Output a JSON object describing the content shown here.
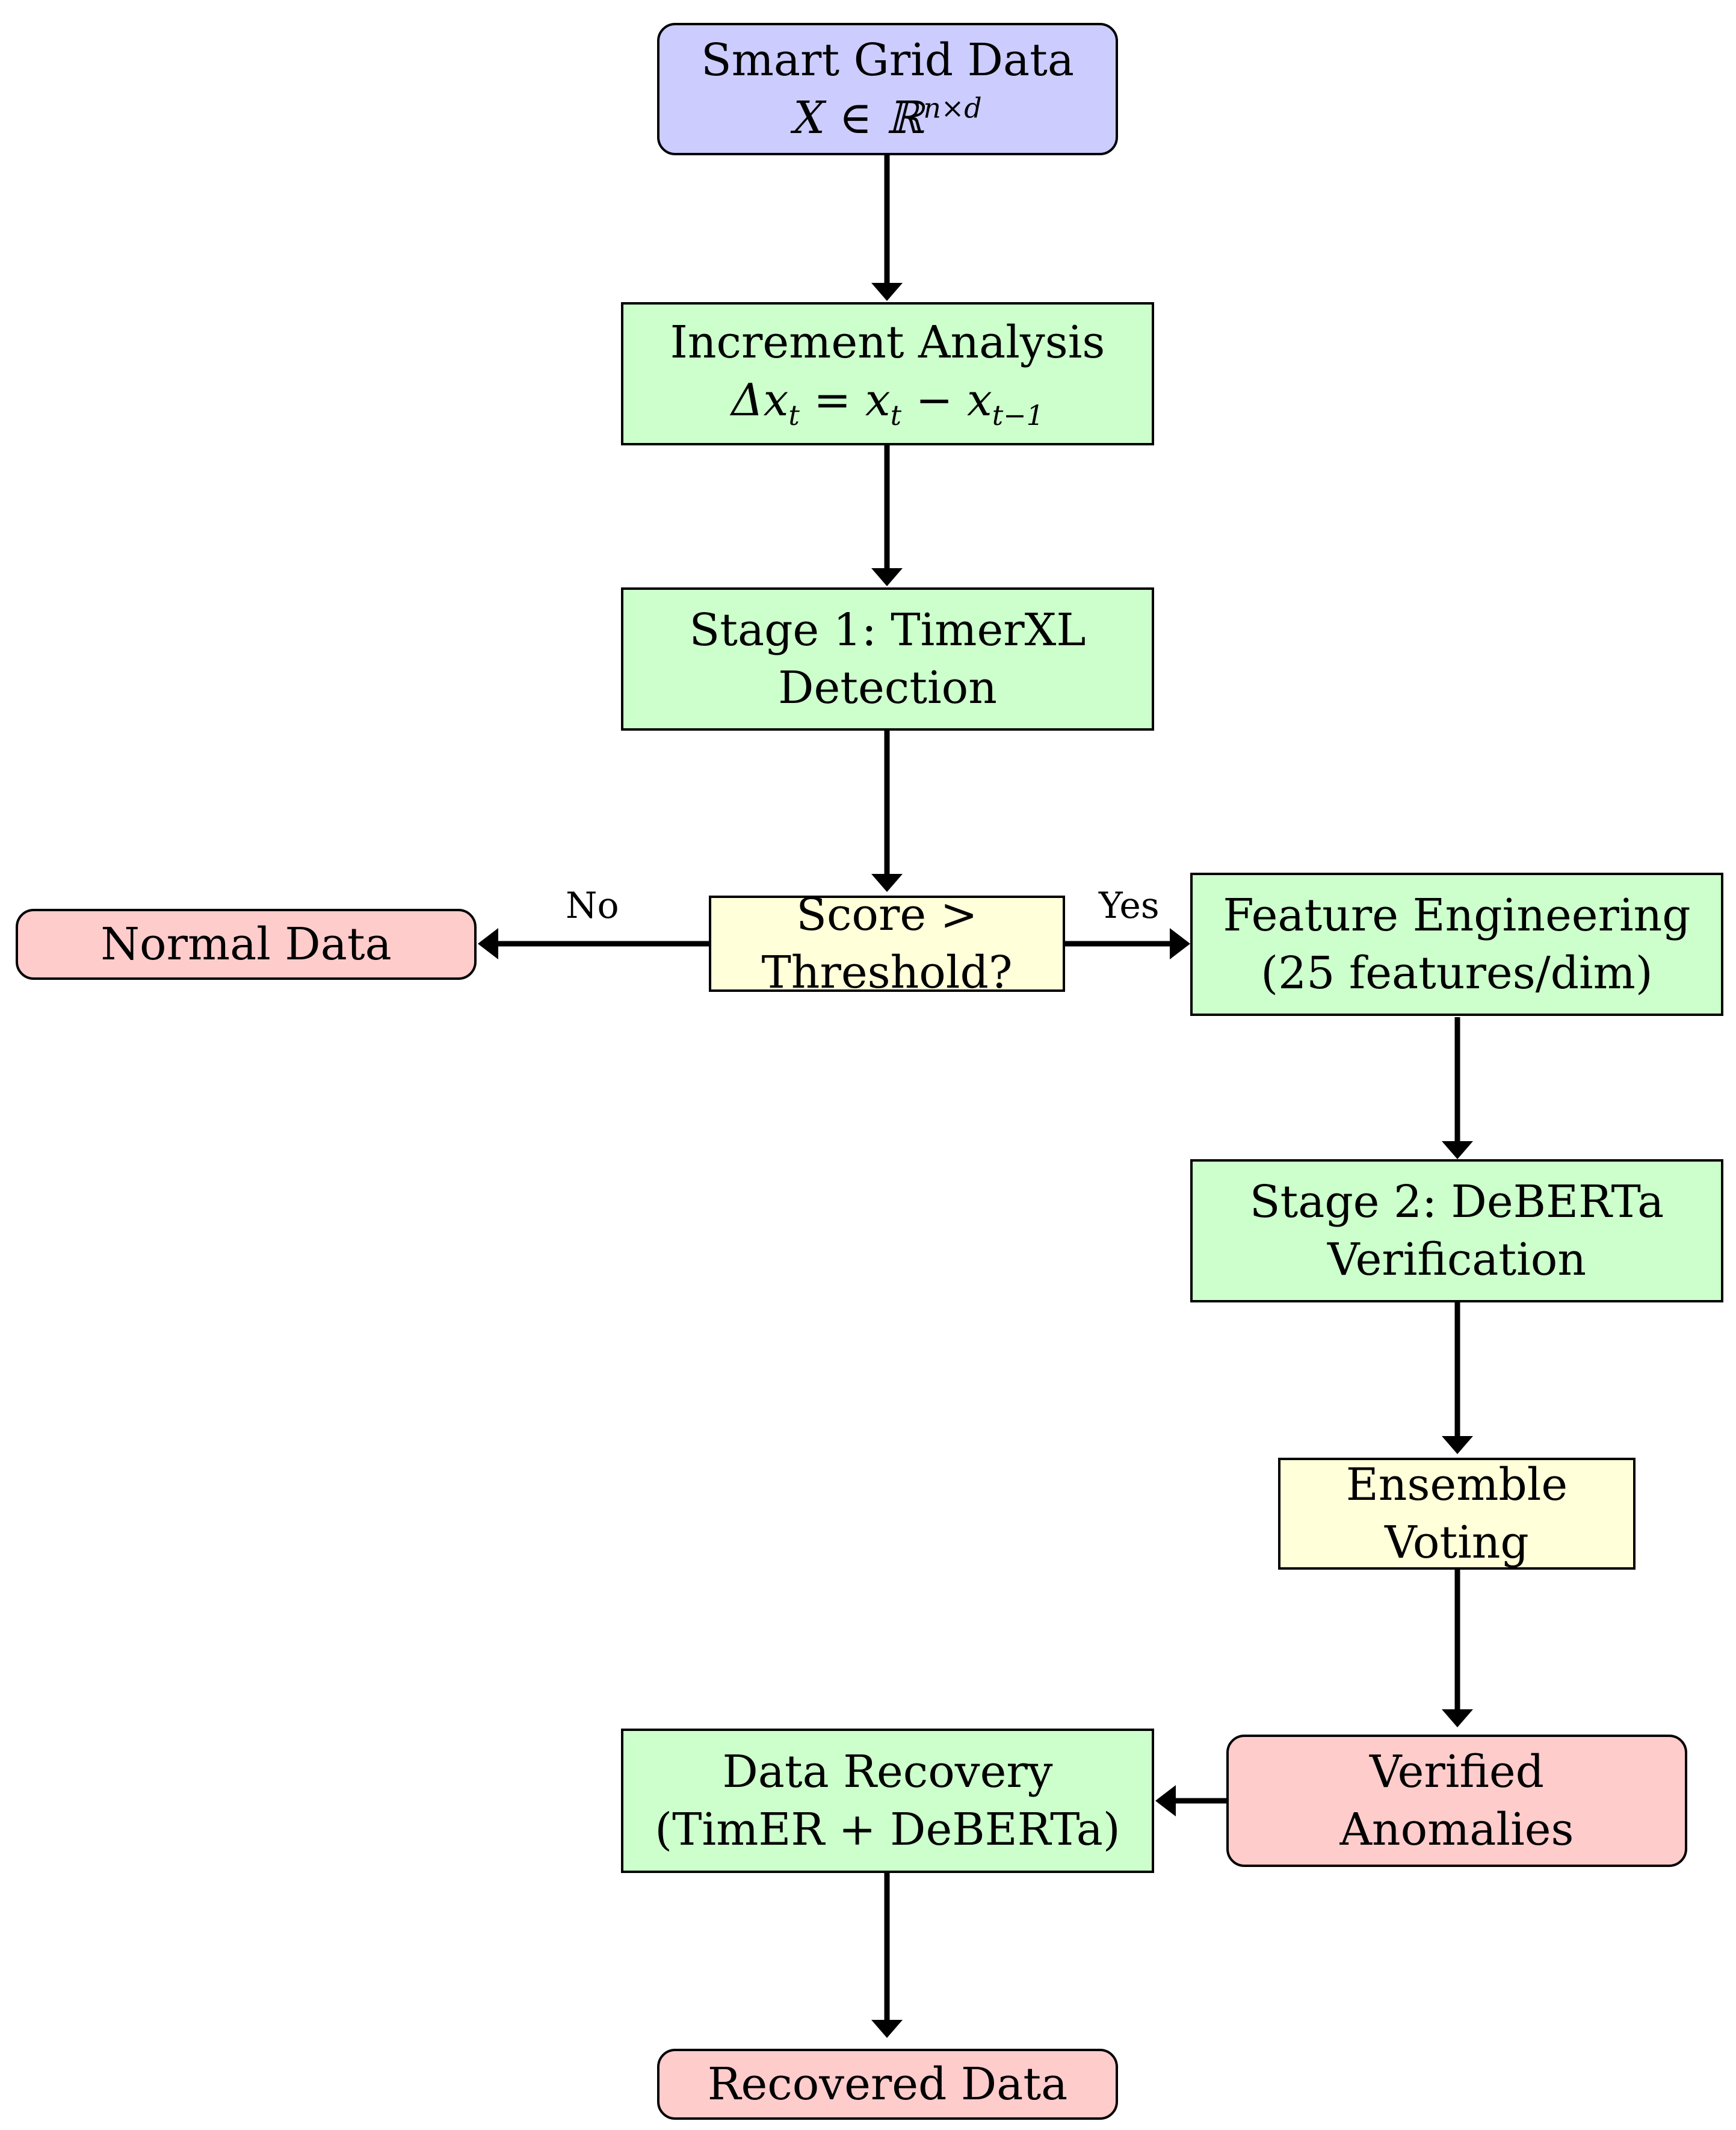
{
  "nodes": {
    "smart_grid": {
      "title": "Smart Grid Data",
      "formula": "X ∈ ℝ",
      "formula_sup": "n×d"
    },
    "increment": {
      "title": "Increment Analysis",
      "formula_a": "Δx",
      "formula_a_sub": "t",
      "formula_eq": " = x",
      "formula_b_sub": "t",
      "formula_minus": " − x",
      "formula_c_sub": "t−1"
    },
    "stage1": {
      "line1": "Stage 1: TimerXL",
      "line2": "Detection"
    },
    "decision": {
      "line1": "Score >",
      "line2": "Threshold?"
    },
    "normal": {
      "label": "Normal Data"
    },
    "feature": {
      "line1": "Feature Engineering",
      "line2": "(25 features/dim)"
    },
    "stage2": {
      "line1": "Stage 2: DeBERTa",
      "line2": "Verification"
    },
    "ensemble": {
      "line1": "Ensemble",
      "line2": "Voting"
    },
    "verified": {
      "line1": "Verified",
      "line2": "Anomalies"
    },
    "recovery": {
      "line1": "Data Recovery",
      "line2": "(TimER + DeBERTa)"
    },
    "recovered": {
      "label": "Recovered Data"
    }
  },
  "edge_labels": {
    "no": "No",
    "yes": "Yes"
  },
  "colors": {
    "blue": "#ccccff",
    "green": "#ccffcc",
    "yellow": "#ffffd9",
    "red": "#ffcccc"
  }
}
